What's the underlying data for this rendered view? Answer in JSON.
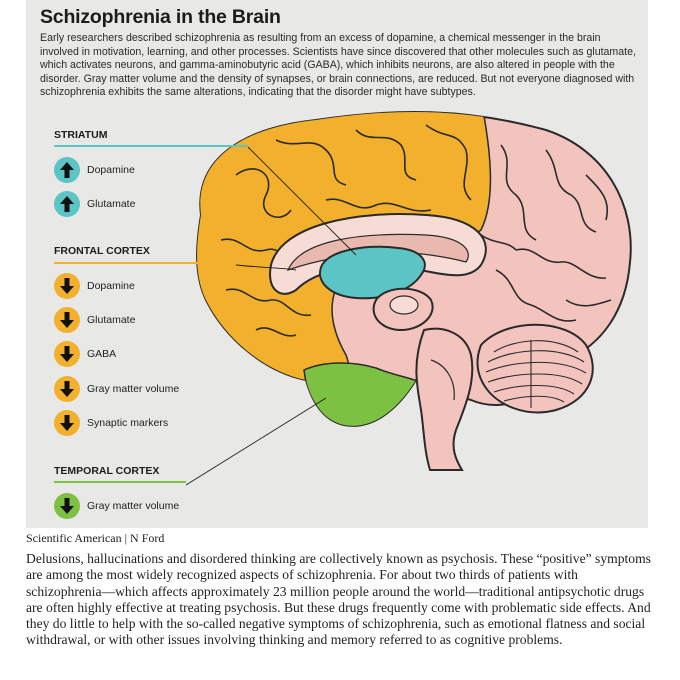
{
  "figure": {
    "title": "Schizophrenia in the Brain",
    "intro": "Early researchers described schizophrenia as resulting from an excess of dopamine, a chemical messenger in the brain involved in motivation, learning, and other processes. Scientists have since discovered that other molecules such as glutamate, which activates neurons, and gamma-aminobutyric acid (GABA), which inhibits neurons, are also altered in people with the disorder. Gray matter volume and the density of synapses, or brain connections, are reduced. But not everyone diagnosed with schizophrenia exhibits the same alterations, indicating that the disorder might have subtypes.",
    "sections": [
      {
        "heading": "STRIATUM",
        "color": "#5bc4c4",
        "items": [
          {
            "label": "Dopamine",
            "direction": "up",
            "icon": "up-arrow-icon"
          },
          {
            "label": "Glutamate",
            "direction": "up",
            "icon": "up-arrow-icon"
          }
        ]
      },
      {
        "heading": "FRONTAL CORTEX",
        "color": "#f2b02c",
        "items": [
          {
            "label": "Dopamine",
            "direction": "down",
            "icon": "down-arrow-icon"
          },
          {
            "label": "Glutamate",
            "direction": "down",
            "icon": "down-arrow-icon"
          },
          {
            "label": "GABA",
            "direction": "down",
            "icon": "down-arrow-icon"
          },
          {
            "label": "Gray matter volume",
            "direction": "down",
            "icon": "down-arrow-icon"
          },
          {
            "label": "Synaptic markers",
            "direction": "down",
            "icon": "down-arrow-icon"
          }
        ]
      },
      {
        "heading": "TEMPORAL CORTEX",
        "color": "#7cc142",
        "items": [
          {
            "label": "Gray matter volume",
            "direction": "down",
            "icon": "down-arrow-icon"
          }
        ]
      }
    ],
    "colors": {
      "frontal": "#f2b02c",
      "parietal_occipital": "#f2c4bd",
      "striatum": "#5bc4c4",
      "temporal": "#7cc142",
      "background": "#e8e8e7"
    }
  },
  "credit": "Scientific American | N Ford",
  "body": "Delusions, hallucinations and disordered thinking are collectively known as psychosis. These “positive” symptoms are among the most widely recognized aspects of schizophrenia. For about two thirds of patients with schizophrenia—which affects approximately 23 million people around the world—traditional antipsychotic drugs are often highly effective at treating psychosis. But these drugs frequently come with problematic side effects. And they do little to help with the so-called negative symptoms of schizophrenia, such as emotional flatness and social withdrawal, or with other issues involving thinking and memory referred to as cognitive problems."
}
